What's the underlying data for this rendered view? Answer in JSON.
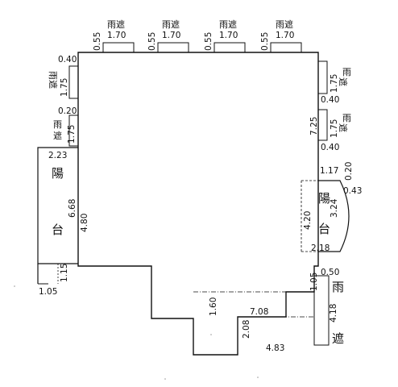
{
  "labels": {
    "rain_shelter": "雨遮",
    "rain": "雨",
    "shelter": "遮",
    "balcony_a": "陽",
    "balcony_b": "台"
  },
  "top_dims": {
    "gap": "0.55",
    "width": "1.70"
  },
  "left_dims": {
    "d040": "0.40",
    "d175a": "1.75",
    "d020": "0.20",
    "d175b": "1.75",
    "d223": "2.23",
    "d668": "6.68",
    "d480": "4.80",
    "d115": "1.15",
    "d105": "1.05"
  },
  "right_dims": {
    "d175a": "1.75",
    "d040a": "0.40",
    "d725": "7.25",
    "d175b": "1.75",
    "d040b": "0.40",
    "d117": "1.17",
    "d020": "0.20",
    "d043": "0.43",
    "d420": "4.20",
    "d324": "3.24",
    "d218": "2.18",
    "d050": "0.50",
    "d105": "1.05",
    "d418": "4.18"
  },
  "bottom_dims": {
    "d160": "1.60",
    "d708": "7.08",
    "d208": "2.08",
    "d483": "4.83"
  }
}
